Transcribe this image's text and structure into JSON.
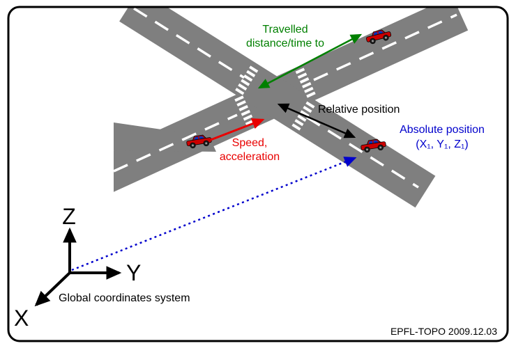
{
  "figure": {
    "credit": "EPFL-TOPO 2009.12.03",
    "background": "#ffffff",
    "border_color": "#000000"
  },
  "colors": {
    "road": "#7f7f7f",
    "lane_marking": "#ffffff",
    "green": "#008000",
    "red": "#e90000",
    "blue": "#0000cc",
    "black": "#000000",
    "car_body": "#cc0000",
    "car_window": "#0033bb",
    "car_wheel": "#1a1a1a"
  },
  "annotations": {
    "travelled": {
      "line1": "Travelled",
      "line2": "distance/time to",
      "color": "#008000"
    },
    "relative": {
      "label": "Relative position",
      "color": "#000000"
    },
    "speed": {
      "line1": "Speed,",
      "line2": "acceleration",
      "color": "#e90000"
    },
    "absolute": {
      "line1": "Absolute position",
      "line2": "(X₁, Y₁, Z₁)",
      "color": "#0000cc"
    }
  },
  "coordinate_system": {
    "label": "Global coordinates system",
    "axis_x": "X",
    "axis_y": "Y",
    "axis_z": "Z"
  }
}
